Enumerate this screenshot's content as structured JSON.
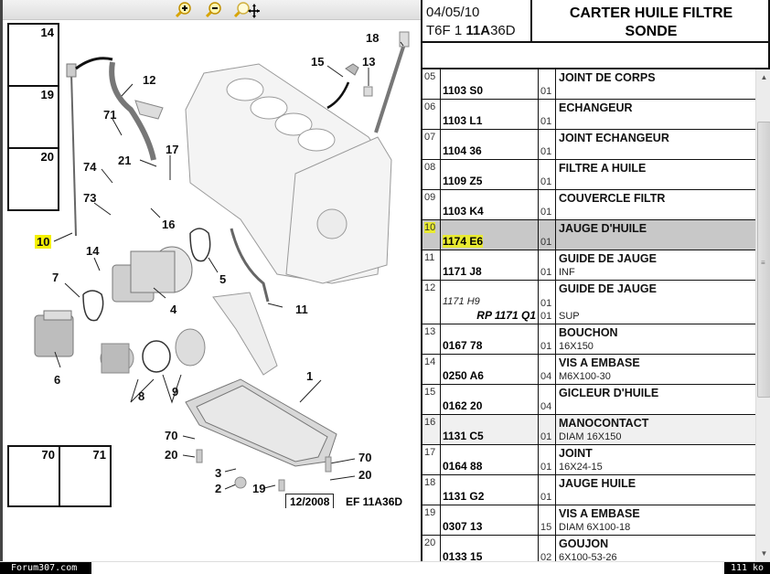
{
  "toolbar": {
    "zoom_in_icon": "magnifier-plus-icon",
    "zoom_out_icon": "magnifier-minus-icon",
    "zoom_pan_icon": "magnifier-move-icon"
  },
  "header": {
    "date": "04/05/10",
    "code_prefix": "T6F 1",
    "code_bold": "11A",
    "code_suffix": "36D",
    "title_line1": "CARTER HUILE FILTRE",
    "title_line2": "SONDE"
  },
  "diagram": {
    "thumbnails": [
      {
        "num": "14"
      },
      {
        "num": "19"
      },
      {
        "num": "20"
      },
      {
        "num": "70"
      },
      {
        "num": "71"
      }
    ],
    "callouts": {
      "c1": "1",
      "c2": "2",
      "c3": "3",
      "c4": "4",
      "c5": "5",
      "c6": "6",
      "c7": "7",
      "c8": "8",
      "c9": "9",
      "c10": "10",
      "c11": "11",
      "c12": "12",
      "c13": "13",
      "c14": "14",
      "c15": "15",
      "c16": "16",
      "c17": "17",
      "c18": "18",
      "c19": "19",
      "c20a": "20",
      "c20b": "20",
      "c21": "21",
      "c70a": "70",
      "c70b": "70",
      "c71": "71",
      "c73": "73",
      "c74": "74"
    },
    "highlighted_callout": "10",
    "stamp_date": "12/2008",
    "stamp_ref": "EF 11A36D"
  },
  "parts": [
    {
      "idx": "05",
      "ref": "1103 S0",
      "qty": "01",
      "name": "JOINT DE CORPS",
      "sub": ""
    },
    {
      "idx": "06",
      "ref": "1103 L1",
      "qty": "01",
      "name": "ECHANGEUR",
      "sub": ""
    },
    {
      "idx": "07",
      "ref": "1104 36",
      "qty": "01",
      "name": "JOINT ECHANGEUR",
      "sub": ""
    },
    {
      "idx": "08",
      "ref": "1109 Z5",
      "qty": "01",
      "name": "FILTRE A HUILE",
      "sub": ""
    },
    {
      "idx": "09",
      "ref": "1103 K4",
      "qty": "01",
      "name": "COUVERCLE FILTR",
      "sub": ""
    },
    {
      "idx": "10",
      "ref": "1174 E6",
      "qty": "01",
      "name": "JAUGE D'HUILE",
      "sub": "",
      "selected": true
    },
    {
      "idx": "11",
      "ref": "1171 J8",
      "qty": "01",
      "name": "GUIDE DE JAUGE",
      "sub": "INF"
    },
    {
      "idx": "12",
      "ref_alt": "1171 H9",
      "ref_alt_qty": "01",
      "ref": "RP 1171 Q1",
      "qty": "01",
      "name": "GUIDE DE JAUGE",
      "sub": "SUP"
    },
    {
      "idx": "13",
      "ref": "0167 78",
      "qty": "01",
      "name": "BOUCHON",
      "sub": "16X150"
    },
    {
      "idx": "14",
      "ref": "0250 A6",
      "qty": "04",
      "name": "VIS A EMBASE",
      "sub": "M6X100-30"
    },
    {
      "idx": "15",
      "ref": "0162 20",
      "qty": "04",
      "name": "GICLEUR D'HUILE",
      "sub": ""
    },
    {
      "idx": "16",
      "ref": "1131 C5",
      "qty": "01",
      "name": "MANOCONTACT",
      "sub": "DIAM 16X150"
    },
    {
      "idx": "17",
      "ref": "0164 88",
      "qty": "01",
      "name": "JOINT",
      "sub": "16X24-15"
    },
    {
      "idx": "18",
      "ref": "1131 G2",
      "qty": "01",
      "name": "JAUGE HUILE",
      "sub": ""
    },
    {
      "idx": "19",
      "ref": "0307 13",
      "qty": "15",
      "name": "VIS A EMBASE",
      "sub": "DIAM 6X100-18"
    },
    {
      "idx": "20",
      "ref": "0133 15",
      "qty": "02",
      "name": "GOUJON",
      "sub": "6X100-53-26"
    }
  ],
  "scrollbar": {
    "position_fraction": 0.2,
    "visible_fraction": 0.6
  },
  "footer": {
    "site": "Forum307.com",
    "size": "111 ko"
  },
  "colors": {
    "highlight": "#f4f000",
    "selected_row": "#c8c8c8",
    "border": "#111111"
  }
}
